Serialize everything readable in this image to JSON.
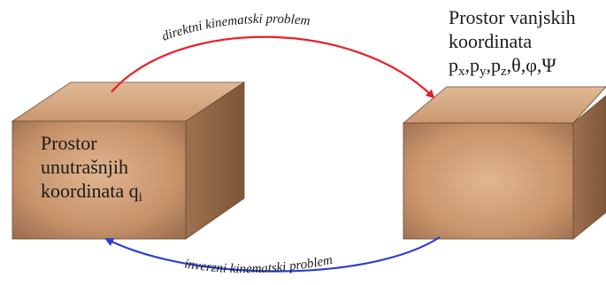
{
  "left_box": {
    "line1": "Prostor",
    "line2": "unutrašnjih",
    "line3_prefix": "koordinata q",
    "line3_sub": "i"
  },
  "right_box": {
    "line1": "Prostor vanjskih",
    "line2": "koordinata",
    "coords": {
      "px": "p",
      "px_sub": "x",
      "py": "p",
      "py_sub": "y",
      "pz": "p",
      "pz_sub": "z",
      "rest": "θ,φ,Ψ"
    }
  },
  "arrows": {
    "top_label": "direktni kinematski problem",
    "bottom_label": "inverzni kinematski problem"
  },
  "colors": {
    "top_arrow": "#e8202a",
    "bottom_arrow": "#2a3fd6",
    "box_front_light": "#d9a57a",
    "box_front_dark": "#a97a55",
    "box_top": "#d7a780",
    "box_side": "#8d6443"
  }
}
